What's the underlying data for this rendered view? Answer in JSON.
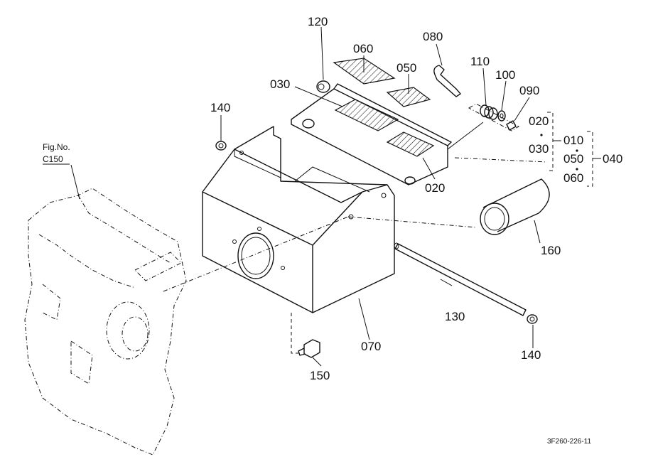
{
  "figure_code": "3F260-226-11",
  "reference": {
    "line1": "Fig.No.",
    "line2": "C150"
  },
  "part_numbers": {
    "p120": "120",
    "p060": "060",
    "p080": "080",
    "p050": "050",
    "p110": "110",
    "p100": "100",
    "p030": "030",
    "p090": "090",
    "p140_top": "140",
    "p020_low": "020",
    "p160": "160",
    "p130": "130",
    "p140_bottom": "140",
    "p070": "070",
    "p150": "150"
  },
  "assembly_group": {
    "col_a": [
      "020",
      "030"
    ],
    "col_b": [
      "010",
      "050",
      "060"
    ],
    "parent": "040"
  }
}
